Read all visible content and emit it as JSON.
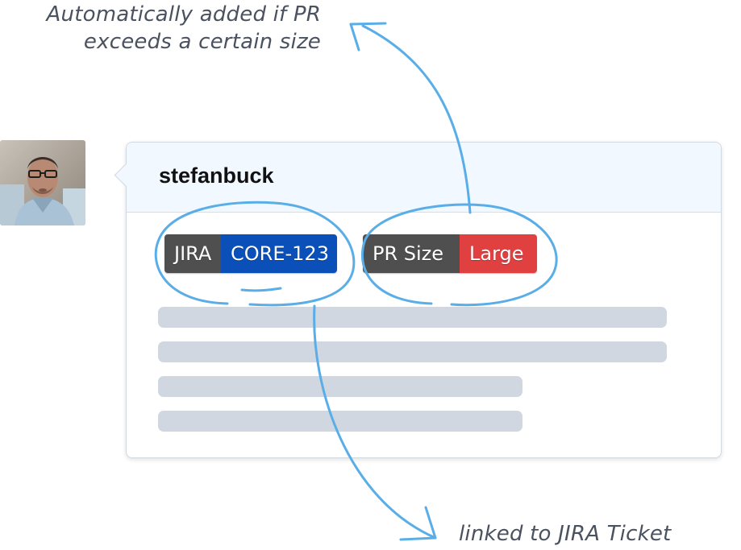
{
  "annotations": {
    "top_line1": "Automatically added if PR",
    "top_line2": "exceeds a certain size",
    "bottom": "linked to JIRA Ticket"
  },
  "comment": {
    "username": "stefanbuck",
    "avatar_icon": "user-avatar-photo"
  },
  "labels": [
    {
      "key": "JIRA",
      "value": "CORE-123",
      "key_color": "#4f4f4f",
      "value_color": "#0b4fb8"
    },
    {
      "key": "PR Size",
      "value": "Large",
      "key_color": "#4f4f4f",
      "value_color": "#e0403f"
    }
  ],
  "colors": {
    "annotation_stroke": "#5aaee8",
    "header_bg": "#f1f8ff",
    "placeholder": "#d1d7e0"
  }
}
